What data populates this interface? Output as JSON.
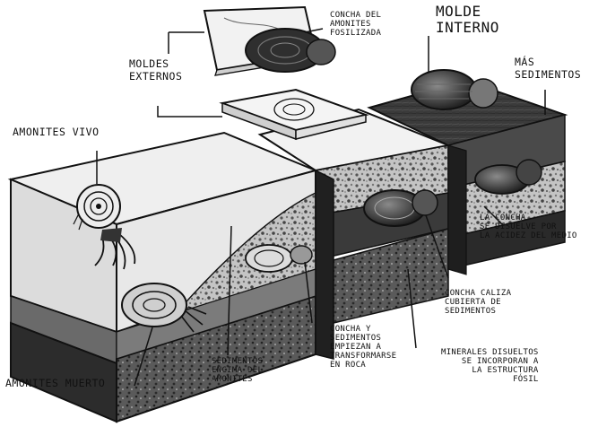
{
  "labels": {
    "concha_fosilizada": "CONCHA DEL\nAMONITES\nFOSILIZADA",
    "molde_interno": "MOLDE\nINTERNO",
    "moldes_externos": "MOLDES\nEXTERNOS",
    "mas_sedimentos": "MÁS\nSEDIMENTOS",
    "amonites_vivo": "AMONITES VIVO",
    "concha_disuelve": "LA CONCHA\nSE DISUELVE POR\nLA ACIDEZ DEL MEDIO",
    "concha_caliza": "CONCHA CALIZA\nCUBIERTA DE\nSEDIMENTOS",
    "concha_sedimentos_roca": "CONCHA Y\nSEDIMENTOS\nEMPIEZAN A\nTRANSFORMARSE\nEN ROCA",
    "minerales_disueltos": "MINERALES DISUELTOS\nSE INCORPORAN A\nLA ESTRUCTURA\nFÓSIL",
    "amonites_muerto": "AMONITES MUERTO",
    "sedimentos_encima": "SEDIMENTOS\nENCIMA DEL\nAMONITES"
  },
  "colors": {
    "ink": "#111111",
    "water": "#e4e4e4",
    "sediment_light": "#bdbdbd",
    "sediment_dark": "#4a4a4a",
    "bedrock": "#2b2b2b",
    "fossil": "#3a3a3a"
  },
  "icons": [
    "ammonite-shell-icon",
    "ammonite-tentacles-icon",
    "gravel-texture"
  ]
}
